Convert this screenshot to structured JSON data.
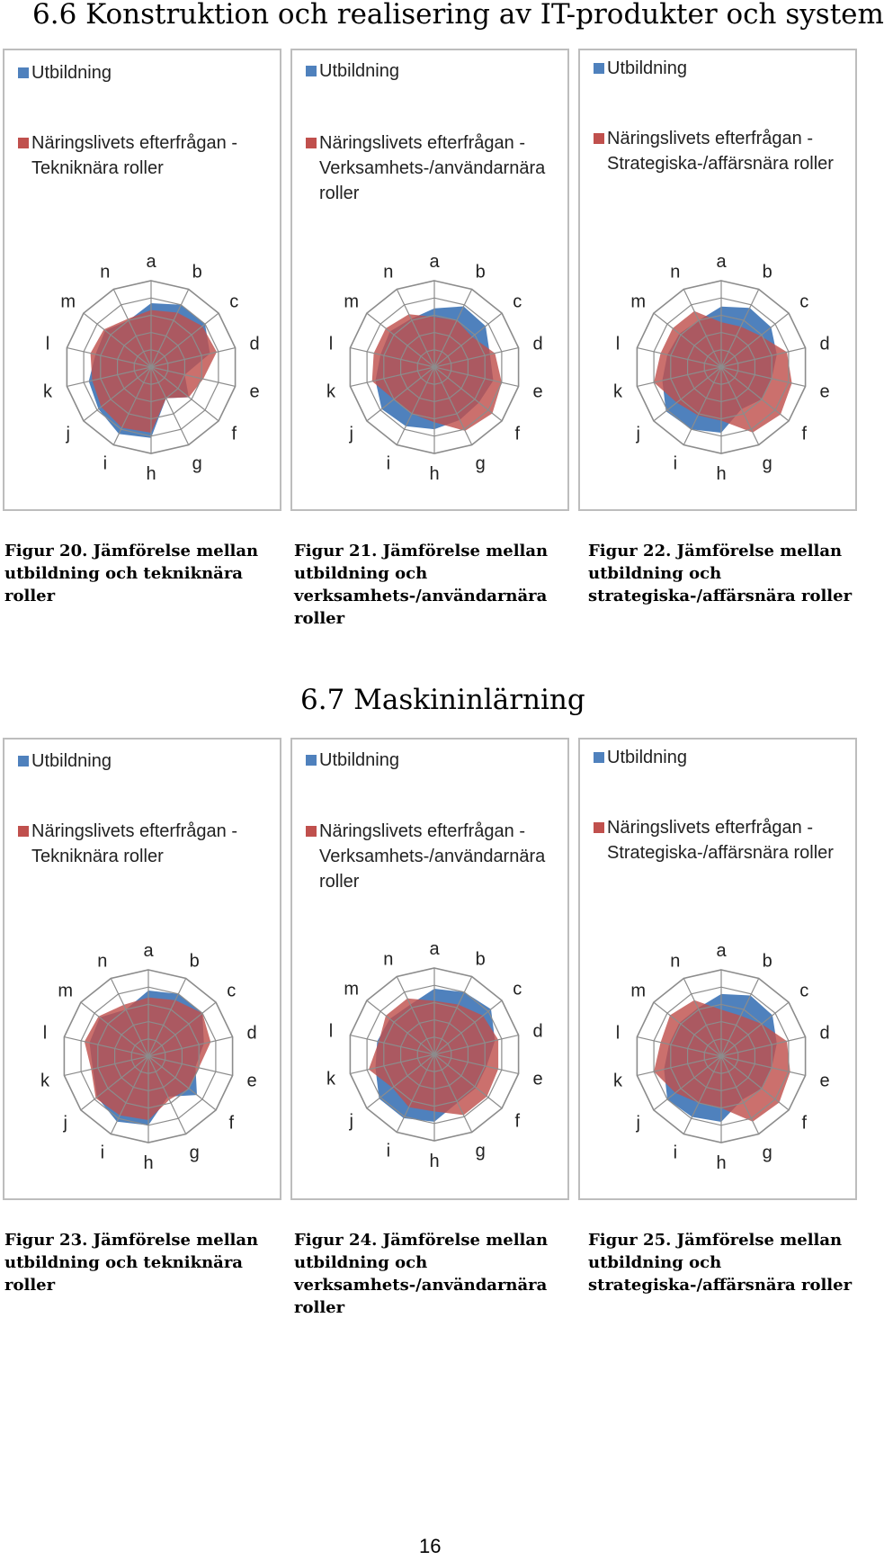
{
  "section_1_title": "6.6 Konstruktion och realisering av IT-produkter och system",
  "section_2_title": "6.7 Maskininlärning",
  "page_number": "16",
  "colors": {
    "education": "#4F81BD",
    "industry": "#C0504D",
    "frame": "#bdbdbd",
    "grid": "#8c8c8c"
  },
  "chart_data": [
    {
      "type": "radar",
      "categories": [
        "a",
        "b",
        "c",
        "d",
        "e",
        "f",
        "g",
        "h",
        "i",
        "j",
        "k",
        "l",
        "m",
        "n"
      ],
      "legend": [
        "Utbildning",
        "Näringslivets efterfrågan - Tekniknära roller"
      ],
      "series": [
        {
          "name": "Utbildning",
          "values": [
            3.7,
            4.0,
            4.0,
            3.5,
            2.0,
            2.8,
            2.0,
            4.1,
            4.3,
            3.9,
            3.7,
            3.3,
            3.4,
            3.0
          ]
        },
        {
          "name": "Näringslivets efterfrågan - Tekniknära roller",
          "values": [
            3.3,
            3.5,
            3.8,
            3.9,
            3.1,
            2.8,
            2.0,
            3.8,
            3.9,
            3.7,
            3.5,
            3.6,
            3.5,
            3.1
          ]
        }
      ],
      "rmax": 5,
      "caption": "Figur 20. Jämförelse mellan utbildning och tekniknära roller"
    },
    {
      "type": "radar",
      "categories": [
        "a",
        "b",
        "c",
        "d",
        "e",
        "f",
        "g",
        "h",
        "i",
        "j",
        "k",
        "l",
        "m",
        "n"
      ],
      "legend": [
        "Utbildning",
        "Näringslivets efterfrågan - Verksamhets-/användarnära roller"
      ],
      "series": [
        {
          "name": "Utbildning",
          "values": [
            3.4,
            3.9,
            3.8,
            3.3,
            3.5,
            3.3,
            3.4,
            3.6,
            3.8,
            3.9,
            3.5,
            3.2,
            3.3,
            3.1
          ]
        },
        {
          "name": "Näringslivets efterfrågan - Verksamhets-/användarnära roller",
          "values": [
            2.9,
            3.0,
            2.8,
            3.6,
            4.0,
            4.3,
            4.1,
            3.2,
            3.0,
            3.0,
            3.7,
            3.6,
            3.6,
            3.4
          ]
        }
      ],
      "rmax": 5,
      "caption": "Figur 21. Jämförelse mellan utbildning och verksamhets-/användarnära roller"
    },
    {
      "type": "radar",
      "categories": [
        "a",
        "b",
        "c",
        "d",
        "e",
        "f",
        "g",
        "h",
        "i",
        "j",
        "k",
        "l",
        "m",
        "n"
      ],
      "legend": [
        "Utbildning",
        "Näringslivets efterfrågan - Strategiska-/affärsnära roller"
      ],
      "series": [
        {
          "name": "Utbildning",
          "values": [
            3.5,
            3.8,
            3.7,
            3.3,
            3.0,
            3.0,
            2.7,
            3.8,
            4.0,
            4.1,
            3.5,
            3.2,
            3.1,
            3.0
          ]
        },
        {
          "name": "Näringslivets efterfrågan - Strategiska-/affärsnära roller",
          "values": [
            2.6,
            2.6,
            2.9,
            3.9,
            4.2,
            4.4,
            4.2,
            3.1,
            3.1,
            3.3,
            4.0,
            3.6,
            3.6,
            3.6
          ]
        }
      ],
      "rmax": 5,
      "caption": "Figur 22. Jämförelse mellan utbildning och strategiska-/affärsnära roller"
    },
    {
      "type": "radar",
      "categories": [
        "a",
        "b",
        "c",
        "d",
        "e",
        "f",
        "g",
        "h",
        "i",
        "j",
        "k",
        "l",
        "m",
        "n"
      ],
      "legend": [
        "Utbildning",
        "Näringslivets efterfrågan - Tekniknära roller"
      ],
      "series": [
        {
          "name": "Utbildning",
          "values": [
            3.8,
            4.0,
            4.0,
            3.3,
            2.8,
            3.6,
            2.6,
            4.0,
            4.2,
            3.8,
            3.3,
            3.5,
            3.6,
            3.0
          ]
        },
        {
          "name": "Näringslivets efterfrågan - Tekniknära roller",
          "values": [
            3.4,
            3.6,
            4.0,
            3.7,
            3.0,
            3.0,
            2.8,
            3.7,
            3.8,
            3.9,
            3.4,
            3.8,
            3.7,
            3.3
          ]
        }
      ],
      "rmax": 5,
      "caption": "Figur 23. Jämförelse mellan utbildning och tekniknära roller"
    },
    {
      "type": "radar",
      "categories": [
        "a",
        "b",
        "c",
        "d",
        "e",
        "f",
        "g",
        "h",
        "i",
        "j",
        "k",
        "l",
        "m",
        "n"
      ],
      "legend": [
        "Utbildning",
        "Näringslivets efterfrågan - Verksamhets-/användarnära roller"
      ],
      "series": [
        {
          "name": "Utbildning",
          "values": [
            3.8,
            4.0,
            4.2,
            3.6,
            3.1,
            3.1,
            3.1,
            3.9,
            4.1,
            4.1,
            3.5,
            3.4,
            3.3,
            3.2
          ]
        },
        {
          "name": "Näringslivets efterfrågan - Verksamhets-/användarnära roller",
          "values": [
            3.1,
            3.2,
            3.6,
            3.8,
            3.8,
            3.9,
            3.9,
            3.3,
            3.4,
            3.1,
            3.9,
            3.3,
            3.6,
            3.6
          ]
        }
      ],
      "rmax": 5,
      "caption": "Figur 24. Jämförelse mellan utbildning och verksamhets-/användarnära roller"
    },
    {
      "type": "radar",
      "categories": [
        "a",
        "b",
        "c",
        "d",
        "e",
        "f",
        "g",
        "h",
        "i",
        "j",
        "k",
        "l",
        "m",
        "n"
      ],
      "legend": [
        "Utbildning",
        "Näringslivets efterfrågan - Strategiska-/affärsnära roller"
      ],
      "series": [
        {
          "name": "Utbildning",
          "values": [
            3.6,
            3.9,
            3.8,
            3.3,
            3.0,
            3.0,
            2.8,
            3.8,
            3.9,
            4.0,
            3.4,
            3.1,
            3.1,
            3.1
          ]
        },
        {
          "name": "Näringslivets efterfrågan - Strategiska-/affärsnära roller",
          "values": [
            2.7,
            2.6,
            3.0,
            3.9,
            4.1,
            4.3,
            4.2,
            3.0,
            3.0,
            3.4,
            4.0,
            3.6,
            3.8,
            3.6
          ]
        }
      ],
      "rmax": 5,
      "caption": "Figur 25. Jämförelse mellan utbildning och strategiska-/affärsnära roller"
    }
  ]
}
